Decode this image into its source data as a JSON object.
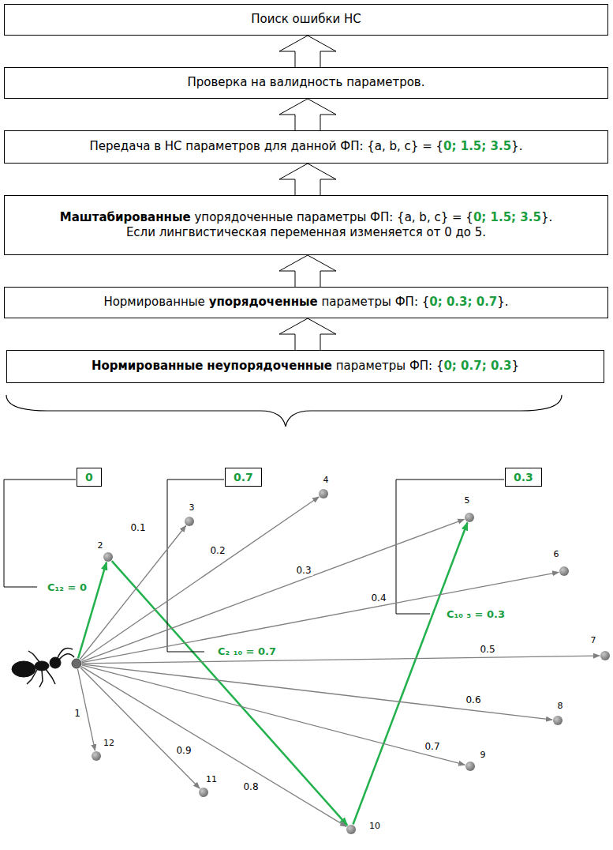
{
  "diagram": {
    "nodes": [
      {
        "text": [
          "Поиск ошибки НС"
        ]
      },
      {
        "text": [
          "Проверка на валидность параметров."
        ]
      },
      {
        "text": [
          "Передача в НС параметров для данной ФП: {a, b, c} = {0; 1.5; 3.5}."
        ]
      },
      {
        "text": [
          "Маштабированные упорядоченные параметры ФП: {a, b, c} = {0; 1.5; 3.5}.",
          "Если лингвистическая переменная изменяется от 0 до 5."
        ]
      },
      {
        "text": [
          "Нормированные упорядоченные параметры ФП: {0; 0.3; 0.7}."
        ]
      },
      {
        "text": [
          "Нормированные неупорядоченные параметры ФП: {0; 0.7; 0.3}"
        ]
      },
      {
        "text": [
          "0"
        ]
      },
      {
        "text": [
          "0.7"
        ]
      },
      {
        "text": [
          "0.3"
        ]
      },
      {
        "text": [
          "2"
        ]
      },
      {
        "text": [
          "3"
        ]
      },
      {
        "text": [
          "4"
        ]
      },
      {
        "text": [
          "5"
        ]
      },
      {
        "text": [
          "6"
        ]
      },
      {
        "text": [
          "7"
        ]
      },
      {
        "text": [
          "8"
        ]
      },
      {
        "text": [
          "9"
        ]
      },
      {
        "text": [
          "10"
        ]
      },
      {
        "text": [
          "11"
        ]
      },
      {
        "text": [
          "12"
        ]
      }
    ],
    "edges": [
      {
        "from": 5,
        "to": 4,
        "arrow": "to"
      },
      {
        "from": 4,
        "to": 3,
        "arrow": "to"
      },
      {
        "from": 3,
        "to": 2,
        "arrow": "to"
      },
      {
        "from": 2,
        "to": 1,
        "arrow": "to"
      },
      {
        "from": 1,
        "to": 0,
        "arrow": "to"
      },
      {
        "from": 9,
        "to": 17,
        "label": "C₂ ₁₀ = 0.7",
        "arrow": "to"
      },
      {
        "from": 17,
        "to": 12,
        "label": "C₁₀ ₅ = 0.3",
        "arrow": "to"
      }
    ],
    "labels": [
      "C₁₂ = 0",
      "0.1",
      "0.2",
      "0.3",
      "0.4",
      "0.5",
      "0.6",
      "0.7",
      "0.8",
      "0.9",
      "1"
    ]
  }
}
